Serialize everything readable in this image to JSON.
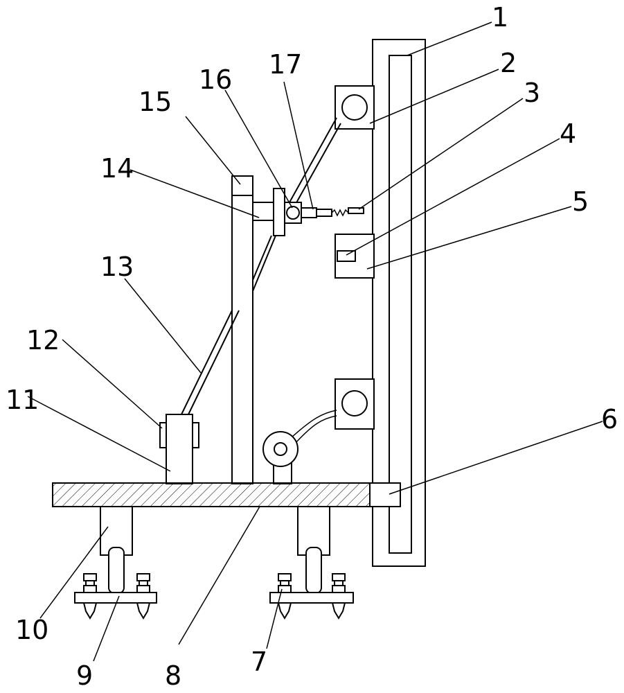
{
  "labels": {
    "l1": "1",
    "l2": "2",
    "l3": "3",
    "l4": "4",
    "l5": "5",
    "l6": "6",
    "l7": "7",
    "l8": "8",
    "l9": "9",
    "l10": "10",
    "l11": "11",
    "l12": "12",
    "l13": "13",
    "l14": "14",
    "l15": "15",
    "l16": "16",
    "l17": "17"
  },
  "colors": {
    "stroke": "#000000",
    "background": "#ffffff"
  }
}
